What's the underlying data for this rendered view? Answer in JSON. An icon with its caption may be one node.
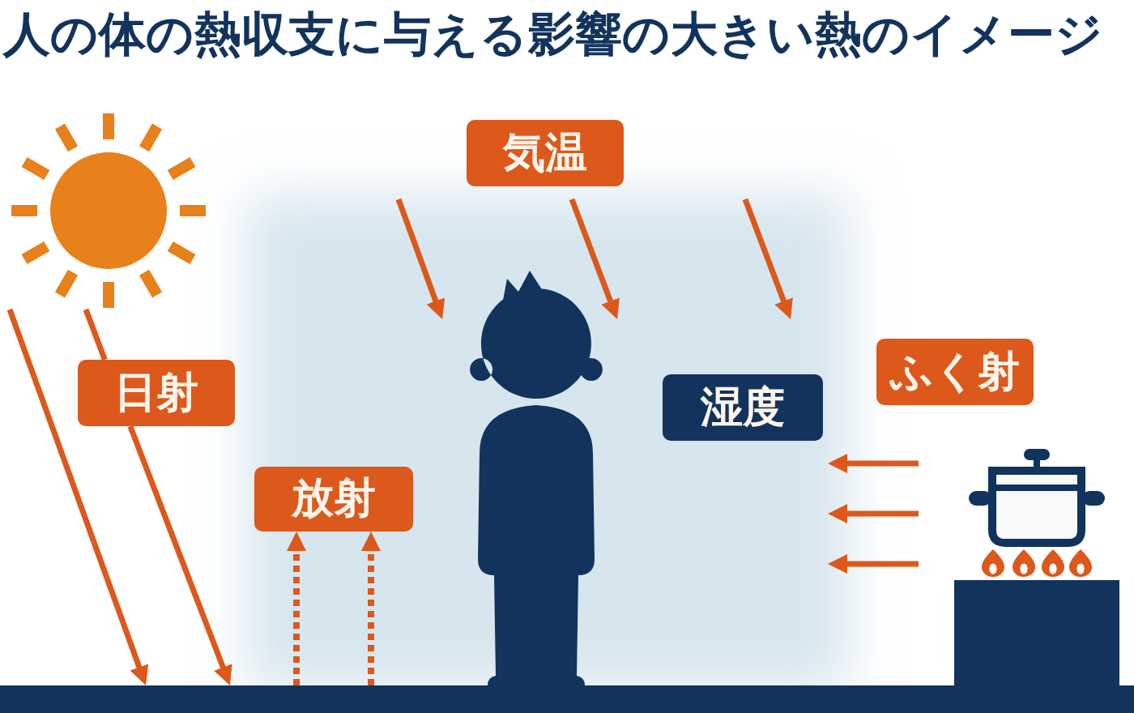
{
  "diagram": {
    "title": "人の体の熱収支に与える影響の大きい熱のイメージ",
    "nodes": [
      {
        "text": [],
        "shape": "picture"
      },
      {
        "text": [
          "気温"
        ]
      },
      {
        "text": [
          "日射"
        ]
      },
      {
        "text": [
          "ふく射"
        ]
      },
      {
        "text": [
          "湿度"
        ]
      },
      {
        "text": [
          "放射"
        ]
      },
      {
        "text": [],
        "shape": "picture"
      },
      {
        "text": [],
        "shape": "bar"
      },
      {
        "text": [],
        "shape": "person"
      }
    ],
    "edges": [
      {
        "from": 0,
        "to": 7,
        "arrow": "to"
      },
      {
        "from": 0,
        "to": 2,
        "arrow": "none"
      },
      {
        "from": 2,
        "to": 7,
        "arrow": "to"
      },
      {
        "from": 7,
        "to": 5,
        "arrow": "to",
        "style": "dashed"
      },
      {
        "from": 7,
        "to": 5,
        "arrow": "to",
        "style": "dashed"
      }
    ]
  }
}
